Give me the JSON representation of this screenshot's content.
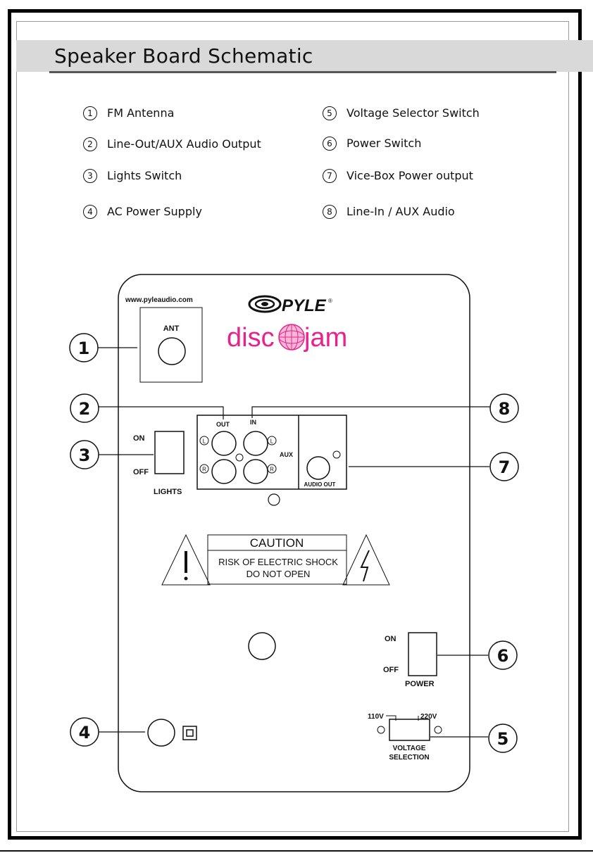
{
  "header": {
    "title": "Speaker Board Schematic"
  },
  "legend": [
    {
      "num": "1",
      "label": "FM Antenna"
    },
    {
      "num": "2",
      "label": "Line-Out/AUX Audio Output"
    },
    {
      "num": "3",
      "label": "Lights Switch"
    },
    {
      "num": "4",
      "label": "AC Power Supply"
    },
    {
      "num": "5",
      "label": "Voltage Selector Switch"
    },
    {
      "num": "6",
      "label": "Power Switch"
    },
    {
      "num": "7",
      "label": "Vice-Box Power output"
    },
    {
      "num": "8",
      "label": "Line-In / AUX Audio"
    }
  ],
  "board": {
    "website": "www.pyleaudio.com",
    "brand": "PYLE",
    "brand_mark": "®",
    "product_left": "disc",
    "product_right": "jam",
    "ant_label": "ANT",
    "out_label": "OUT",
    "in_label": "IN",
    "aux_label": "AUX",
    "jack_l": "L",
    "jack_r": "R",
    "audio_out_label": "AUDIO OUT",
    "lights_on": "ON",
    "lights_off": "OFF",
    "lights_label": "LIGHTS",
    "caution_title": "CAUTION",
    "caution_line1": "RISK OF ELECTRIC SHOCK",
    "caution_line2": "DO NOT OPEN",
    "power_on": "ON",
    "power_off": "OFF",
    "power_label": "POWER",
    "v110": "110V",
    "v220": "220V",
    "voltage_line1": "VOLTAGE",
    "voltage_line2": "SELECTION"
  },
  "callouts": [
    "1",
    "2",
    "3",
    "4",
    "5",
    "6",
    "7",
    "8"
  ],
  "colors": {
    "brand_pink": "#e8228c",
    "frame": "#000000",
    "title_band": "#d9d9d9"
  }
}
